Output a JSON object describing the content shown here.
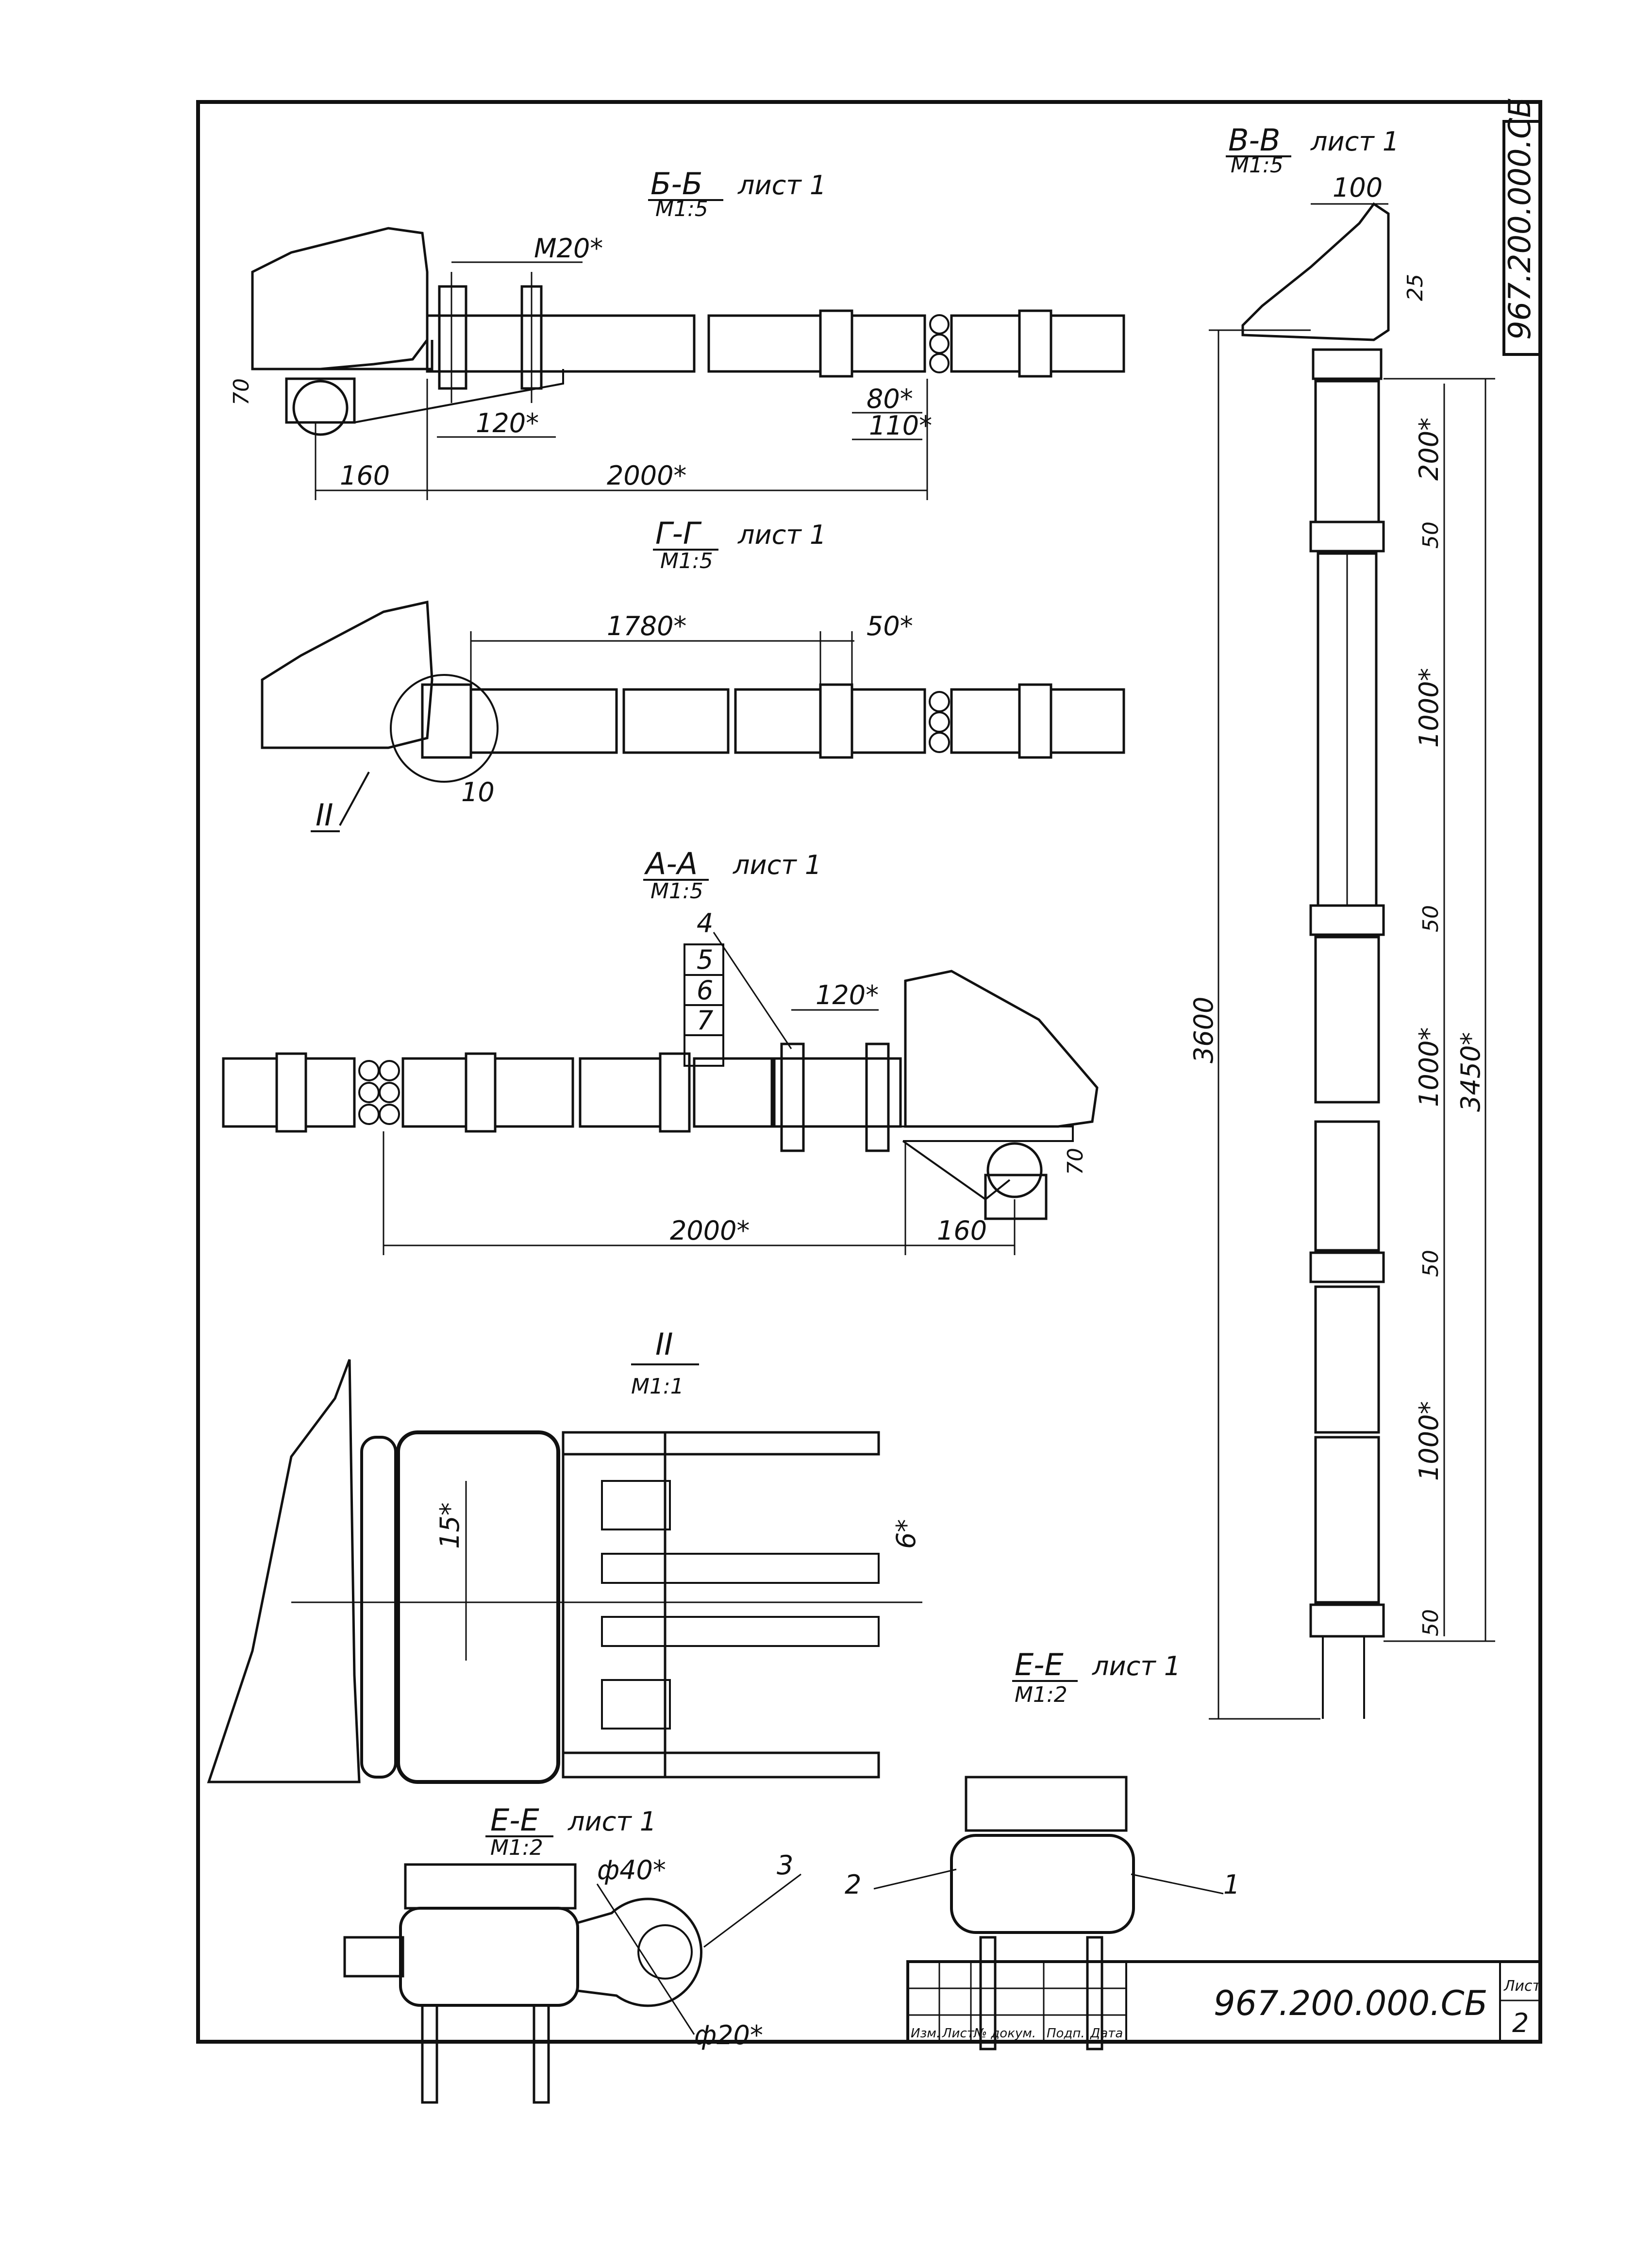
{
  "drawing_code": "967.200.000.СБ",
  "stamp": {
    "columns": [
      "Изм.",
      "Лист",
      "№ докум.",
      "Подп.",
      "Дата"
    ],
    "sheet_label": "Лист",
    "sheet_number": "2"
  },
  "views": {
    "b_b": {
      "title": "Б-Б",
      "ref": "лист 1",
      "scale": "М1:5",
      "dims": [
        "М20*",
        "70",
        "120*",
        "80*",
        "110*",
        "160",
        "2000*"
      ]
    },
    "g_g": {
      "title": "Г-Г",
      "ref": "лист 1",
      "scale": "М1:5",
      "dims": [
        "1780*",
        "50*",
        "10"
      ],
      "detail": "II"
    },
    "a_a": {
      "title": "А-А",
      "ref": "лист 1",
      "scale": "М1:5",
      "dims": [
        "120*",
        "70",
        "2000*",
        "160"
      ],
      "callouts": [
        "4",
        "5",
        "6",
        "7"
      ]
    },
    "v_v": {
      "title": "В-В",
      "ref": "лист 1",
      "scale": "М1:5",
      "dims": [
        "100",
        "25",
        "200*",
        "50",
        "1000*",
        "50",
        "1000*",
        "3450*",
        "50",
        "1000*",
        "50",
        "3600"
      ]
    },
    "detail_ii": {
      "title": "II",
      "scale": "М1:1",
      "dims": [
        "15*",
        "6*"
      ]
    },
    "e_e_left": {
      "title": "Е-Е",
      "ref": "лист 1",
      "scale": "М1:2",
      "dims": [
        "ф40*",
        "ф20*"
      ],
      "callouts": [
        "3"
      ]
    },
    "e_e_right": {
      "title": "Е-Е",
      "ref": "лист 1",
      "scale": "М1:2",
      "callouts": [
        "2",
        "1"
      ]
    }
  },
  "colors": {
    "ink": "#111111",
    "paper": "#ffffff"
  }
}
